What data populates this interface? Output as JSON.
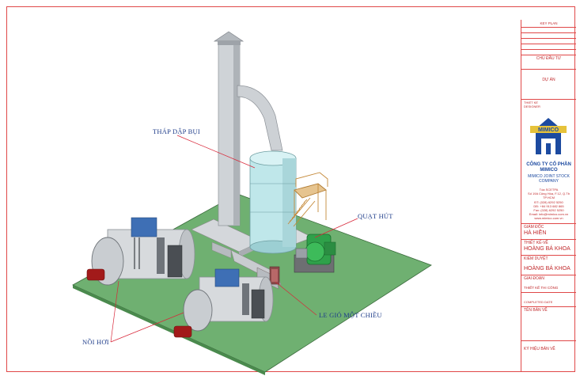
{
  "callouts": {
    "tower": "THÁP DẬP BỤI",
    "fan": "QUẠT HÚT",
    "damper": "LE GIÓ MỘT CHIỀU",
    "boiler": "NỒI HƠI"
  },
  "title_block": {
    "key_plan": "KEY PLAN",
    "rev_lines": [
      "",
      "",
      ""
    ],
    "owner": "CHỦ ĐẦU TƯ",
    "project": "DỰ ÁN",
    "designer_label": "THIẾT KẾ",
    "designer_sub": "DESIGNER",
    "logo_text": "MIMICO",
    "company_vi": "CÔNG TY CỔ PHẦN MIMICO",
    "company_en": "MIMICO JOINT STOCK COMPANY",
    "address": [
      "Tòa SCETPA",
      "Số 19A Cộng Hòa, F.12, Q.Tb",
      "TP.HCM"
    ],
    "contacts": [
      "ĐT:  (028) 6292 5250",
      "DĐ:  +84 913 682 865",
      "Fax: (028) 6292 5250",
      "Email: info@mimico.com.vn",
      "www.mimico.com.vn"
    ],
    "director_label": "GIÁM ĐỐC",
    "director": "HÀ HIỀN",
    "design_label": "THIẾT KẾ-VẼ",
    "design_by": "HOÀNG BÁ KHOA",
    "check_label": "KIỂM DUYỆT",
    "check_by": "HOÀNG BÁ KHOA",
    "phase_label": "GIAI ĐOẠN",
    "phase": "THIẾT KẾ THI CÔNG",
    "date_label": "COMPLETED DATE",
    "drawing_title_label": "TÊN BẢN VẼ",
    "drawing_no_label": "KÝ HIỆU BẢN VẼ"
  },
  "colors": {
    "frame": "#e04848",
    "callout_text": "#1f3d8a",
    "floor": "#6fb071",
    "steel": "#c7cbd0",
    "tank_cyan": "#bfe7ea",
    "fan_green": "#2fa14a",
    "burner_red": "#a21a1a",
    "logo_blue": "#1c4aa0"
  }
}
